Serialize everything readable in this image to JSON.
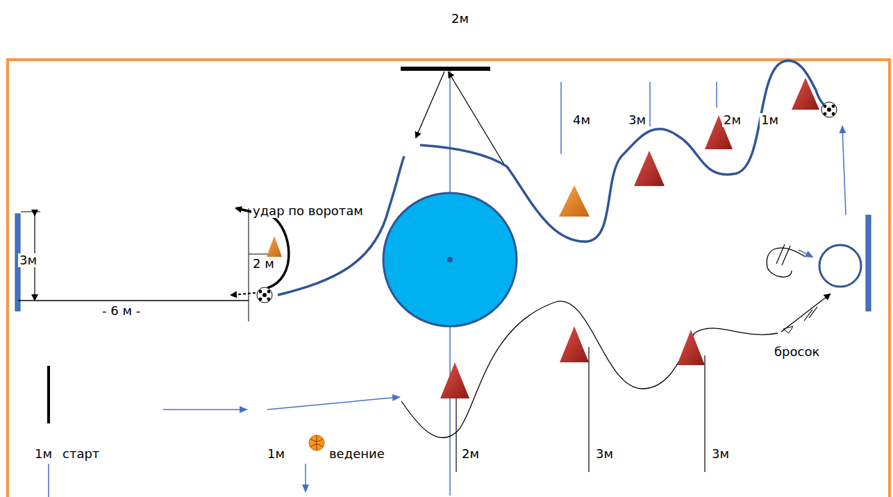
{
  "diagram": {
    "labels": [
      "2м",
      "4м",
      "3м",
      "2м",
      "1м",
      "удар по воротам",
      "3м",
      "2 м",
      "- 6 м -",
      "бросок",
      "1м",
      "старт",
      "1м",
      "ведение",
      "2м",
      "3м",
      "3м"
    ]
  }
}
